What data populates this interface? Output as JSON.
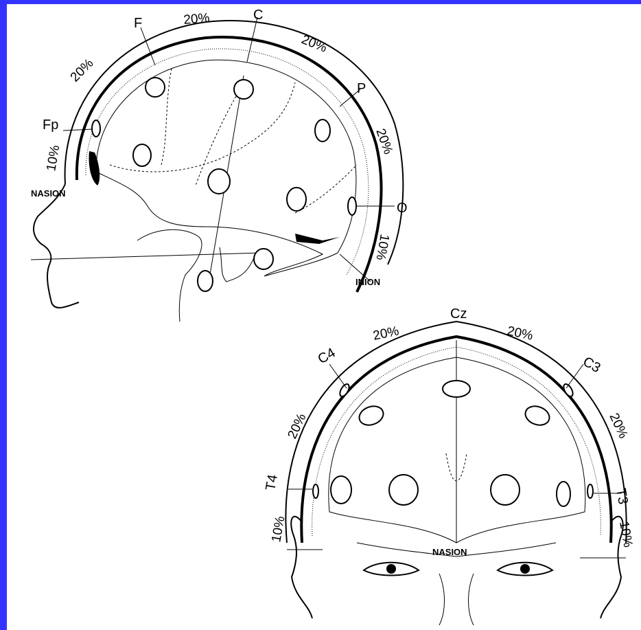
{
  "lateral_view": {
    "labels": {
      "fp": "Fp",
      "f": "F",
      "c": "C",
      "p": "P",
      "o": "O",
      "nasion": "NASION",
      "inion": "INION"
    },
    "percentages": {
      "fp_f": "20%",
      "f_c": "20%",
      "c_p": "20%",
      "p_o": "20%",
      "nasion_fp": "10%",
      "o_inion": "10%"
    }
  },
  "frontal_view": {
    "labels": {
      "cz": "Cz",
      "c4": "C4",
      "c3": "C3",
      "t4": "T4",
      "t3": "T3",
      "nasion": "NASION"
    },
    "percentages": {
      "c4_cz": "20%",
      "cz_c3": "20%",
      "t4_c4": "20%",
      "c3_t3": "20%",
      "t4_ear": "10%",
      "t3_ear": "10%"
    }
  },
  "colors": {
    "border": "#3333ff",
    "ink": "#000000",
    "paper": "#ffffff"
  }
}
